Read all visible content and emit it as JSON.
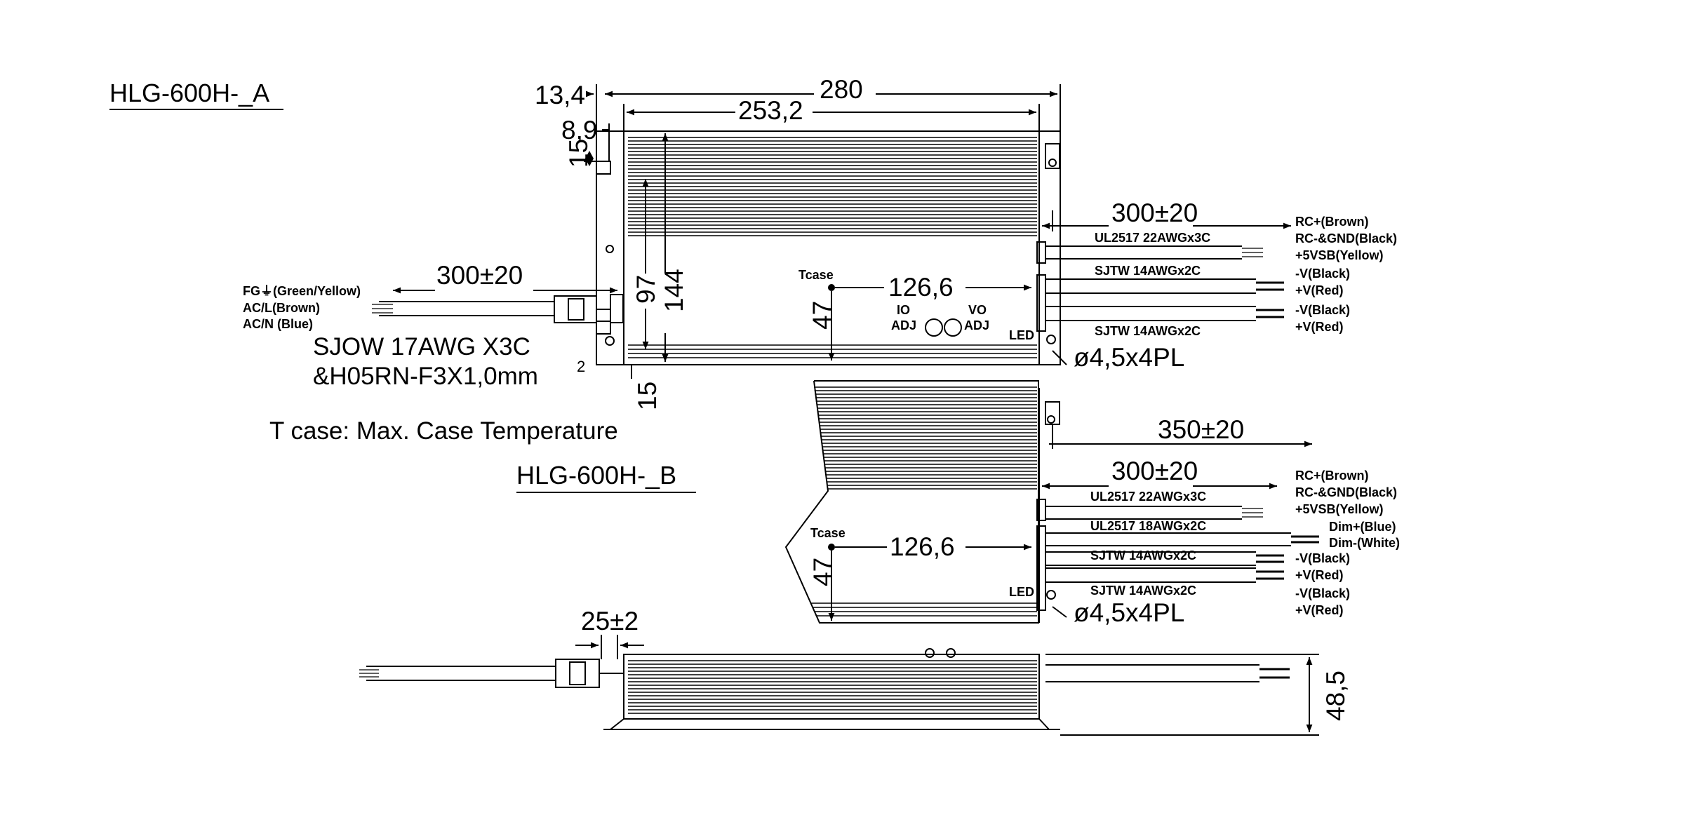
{
  "views": {
    "a": {
      "title": "HLG-600H-_A"
    },
    "b": {
      "title": "HLG-600H-_B"
    }
  },
  "dimensions": {
    "overall_length": "280",
    "inner_length": "253,2",
    "offset_13": "13,4",
    "offset_8": "8,9",
    "offset_15_top": "15",
    "width_97": "97",
    "width_144": "144",
    "tcase_depth": "47",
    "offset_15_bottom": "15",
    "tcase_span": "126,6",
    "tcase_span_b": "126,6",
    "tcase_depth_b": "47",
    "cable_in_len": "300±20",
    "cable_out_len": "300±20",
    "cable_out_len_b": "300±20",
    "cable_dim_len_b": "350±20",
    "connector_len": "25±2",
    "height": "48,5",
    "mount_holes": "ø4,5x4PL",
    "mount_holes_b": "ø4,5x4PL"
  },
  "labels": {
    "tcase": "Tcase",
    "tcase_b": "Tcase",
    "io_adj_1": "IO",
    "io_adj_2": "ADJ",
    "vo_adj_1": "VO",
    "vo_adj_2": "ADJ",
    "led": "LED",
    "led_b": "LED",
    "input_cable_1": "SJOW 17AWG X3C",
    "input_cable_2": "&H05RN-F3X1,0mm",
    "input_cable_sup": "2",
    "tcase_note": "T case: Max. Case Temperature"
  },
  "wires": {
    "input": [
      "FG⏚(Green/Yellow)",
      "AC/L(Brown)",
      "AC/N (Blue)"
    ],
    "a_rc": [
      "RC+(Brown)",
      "RC-&GND(Black)",
      "+5VSB(Yellow)"
    ],
    "a_out1": [
      "-V(Black)",
      "+V(Red)"
    ],
    "a_out2": [
      "-V(Black)",
      "+V(Red)"
    ],
    "b_rc": [
      "RC+(Brown)",
      "RC-&GND(Black)",
      "+5VSB(Yellow)"
    ],
    "b_dim": [
      "Dim+(Blue)",
      "Dim-(White)"
    ],
    "b_out1": [
      "-V(Black)",
      "+V(Red)"
    ],
    "b_out2": [
      "-V(Black)",
      "+V(Red)"
    ]
  },
  "cable_specs": {
    "a_ul": "UL2517 22AWGx3C",
    "a_sjtw1": "SJTW 14AWGx2C",
    "a_sjtw2": "SJTW 14AWGx2C",
    "b_ul22": "UL2517 22AWGx3C",
    "b_ul18": "UL2517 18AWGx2C",
    "b_sjtw1": "SJTW 14AWGx2C",
    "b_sjtw2": "SJTW 14AWGx2C"
  }
}
